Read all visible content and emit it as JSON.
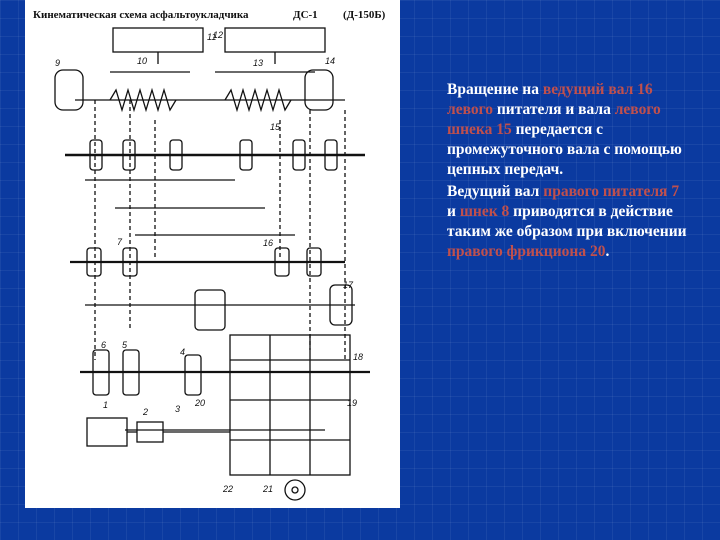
{
  "figure": {
    "title_left": "Кинематическая схема асфальтоукладчика",
    "title_model": "ДС-1",
    "title_code": "(Д-150Б)",
    "numbers": [
      "11",
      "12",
      "10",
      "13",
      "9",
      "14",
      "15",
      "7",
      "16",
      "17",
      "6",
      "5",
      "4",
      "18",
      "2",
      "3",
      "20",
      "19",
      "1",
      "22",
      "21"
    ]
  },
  "text": {
    "p1": [
      {
        "t": "Вращение на ",
        "hl": false
      },
      {
        "t": "ведущий вал 16 левого",
        "hl": true
      },
      {
        "t": " питателя и вала ",
        "hl": false
      },
      {
        "t": "левого шнека 15",
        "hl": true
      },
      {
        "t": " передается с промежуточного вала с помощью цепных передач.",
        "hl": false
      }
    ],
    "p2": [
      {
        "t": " Ведущий вал ",
        "hl": false
      },
      {
        "t": "правого питателя 7",
        "hl": true
      },
      {
        "t": " и ",
        "hl": false
      },
      {
        "t": "шнек 8",
        "hl": true
      },
      {
        "t": " приводятся в действие таким же образом при включении ",
        "hl": false
      },
      {
        "t": "правого фрикциона 20",
        "hl": true
      },
      {
        "t": ".",
        "hl": false
      }
    ]
  },
  "colors": {
    "background": "#0b3aa0",
    "text": "#ffffff",
    "highlight": "#c0504d"
  }
}
